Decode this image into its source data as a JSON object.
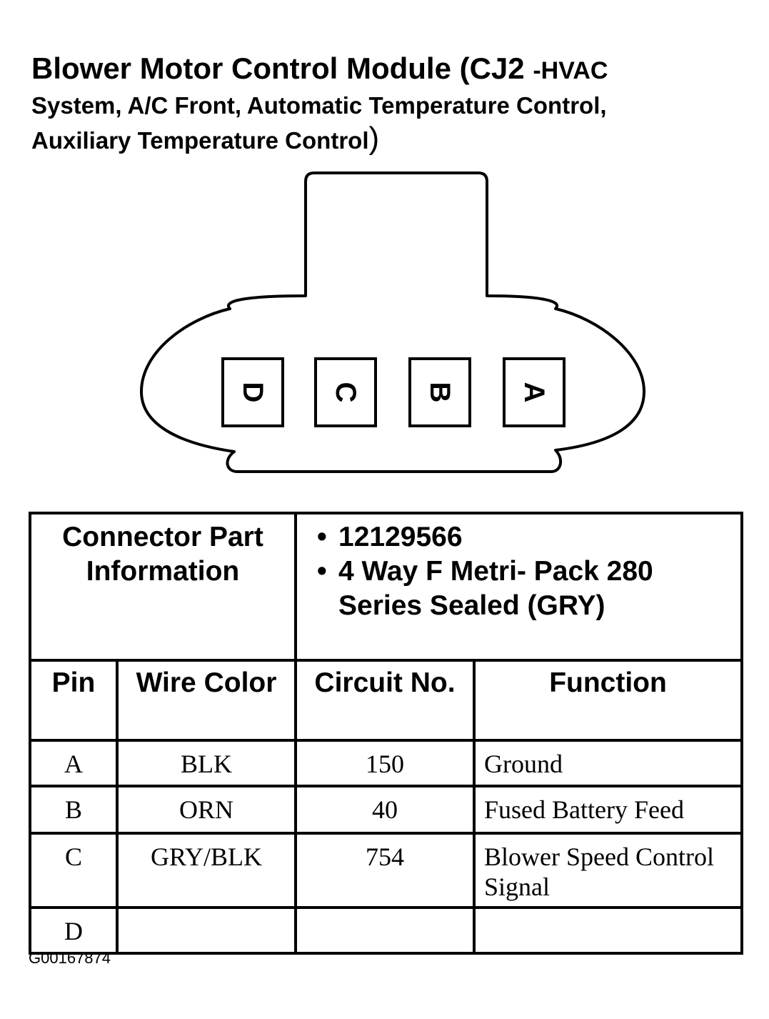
{
  "title": {
    "line1_main": "Blower Motor Control Module (CJ2",
    "line1_suffix": "-HVAC",
    "line2": "System, A/C Front, Automatic Temperature Control,",
    "line3": "Auxiliary Temperature Control",
    "line3_close": ")"
  },
  "connector": {
    "pins": [
      "D",
      "C",
      "B",
      "A"
    ]
  },
  "part_info": {
    "label": "Connector Part Information",
    "items": [
      "12129566",
      "4 Way F Metri- Pack 280 Series Sealed (GRY)"
    ],
    "bullet": "•"
  },
  "table": {
    "headers": {
      "pin": "Pin",
      "wire_color": "Wire Color",
      "circuit_no": "Circuit No.",
      "function": "Function"
    },
    "rows": [
      {
        "pin": "A",
        "wire_color": "BLK",
        "circuit": "150",
        "function": "Ground"
      },
      {
        "pin": "B",
        "wire_color": "ORN",
        "circuit": "40",
        "function": "Fused Battery Feed"
      },
      {
        "pin": "C",
        "wire_color": "GRY/BLK",
        "circuit": "754",
        "function": "Blower Speed Control Signal"
      },
      {
        "pin": "D",
        "wire_color": "",
        "circuit": "",
        "function": ""
      }
    ]
  },
  "figure_id": "G00167874"
}
